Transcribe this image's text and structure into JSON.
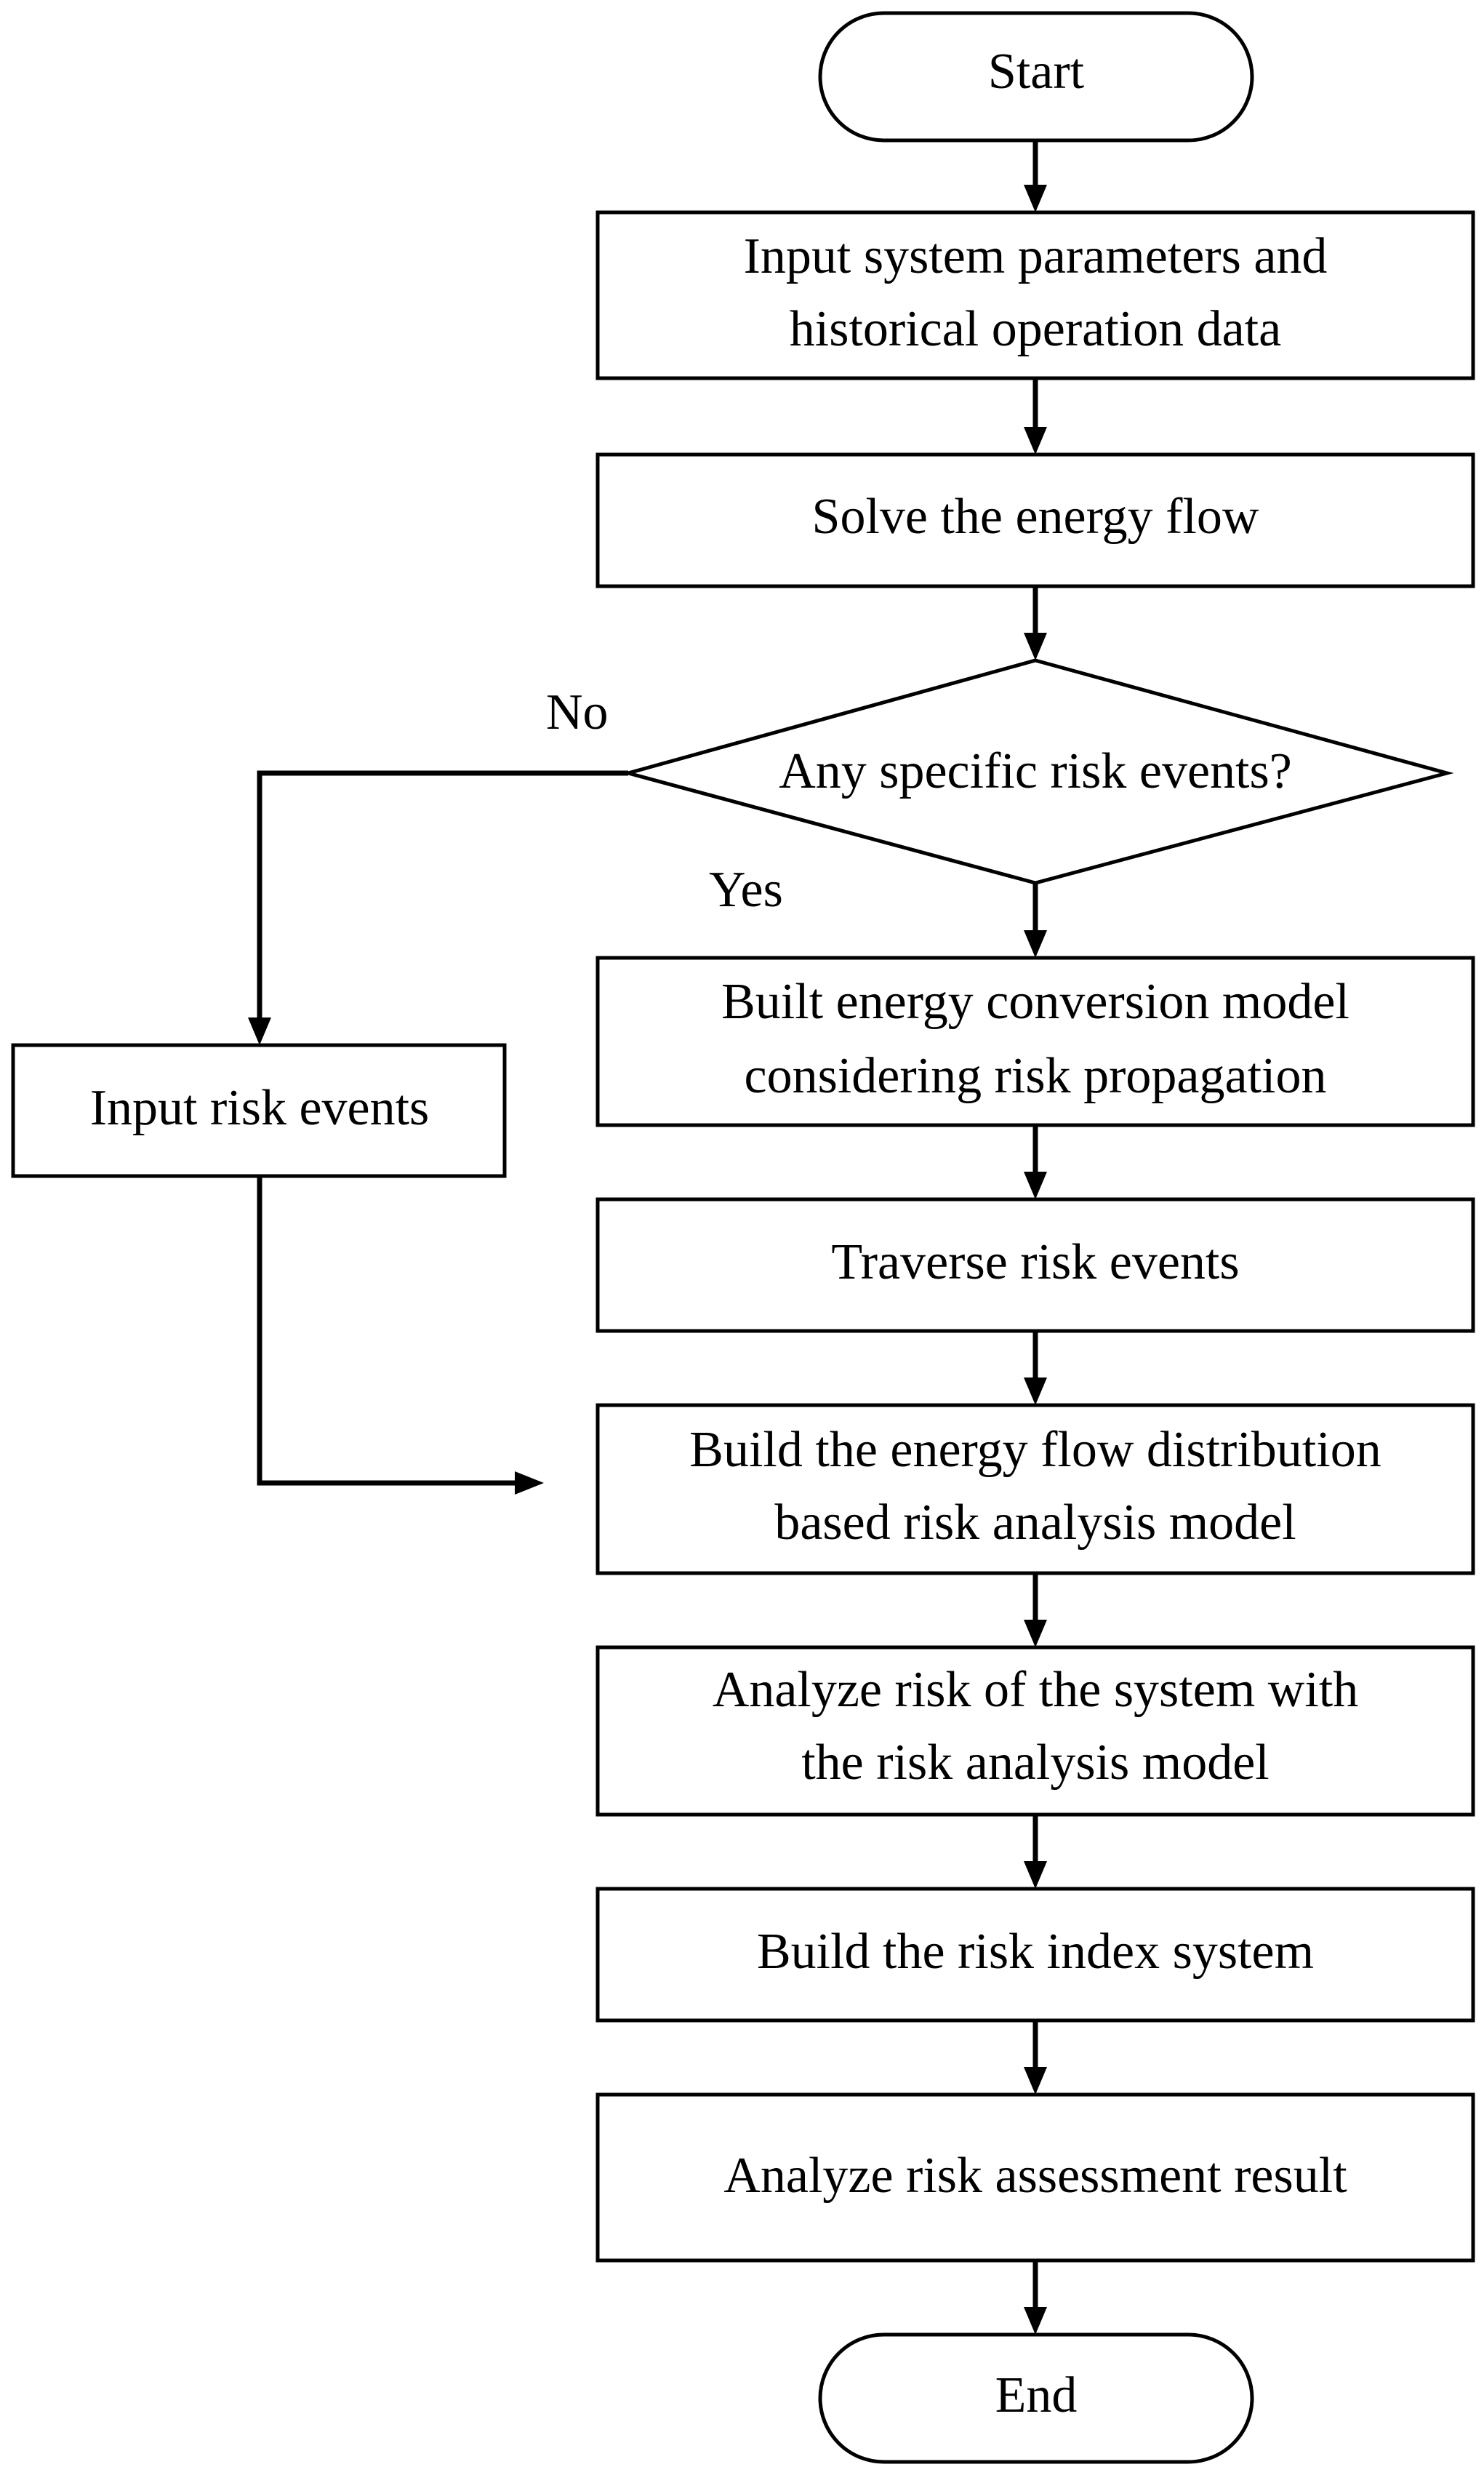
{
  "diagram": {
    "start": "Start",
    "input_params": [
      "Input system parameters and",
      "historical operation data"
    ],
    "solve": "Solve the energy flow",
    "decision": "Any specific risk events?",
    "label_no": "No",
    "label_yes": "Yes",
    "input_risk": "Input risk events",
    "built_model": [
      "Built energy conversion model",
      "considering risk propagation"
    ],
    "traverse": "Traverse risk events",
    "build_model": [
      "Build the energy flow distribution",
      "based risk analysis model"
    ],
    "analyze": [
      "Analyze risk of the system with",
      "the risk analysis model"
    ],
    "index": "Build the risk index system",
    "result": "Analyze risk assessment result",
    "end": "End"
  }
}
